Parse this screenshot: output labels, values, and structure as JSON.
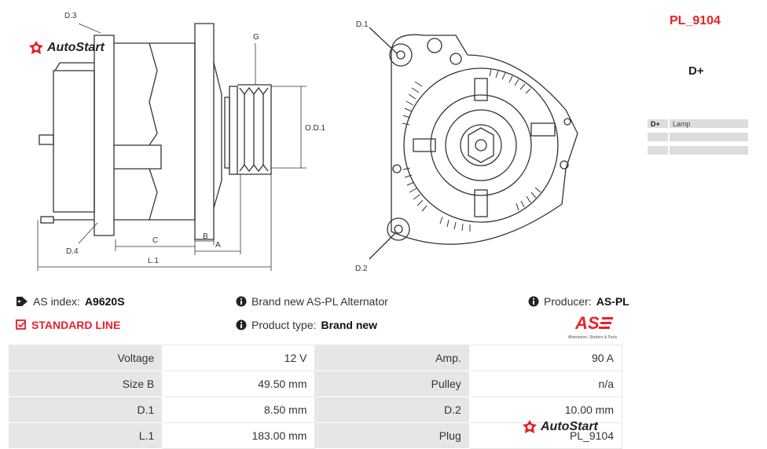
{
  "reference": "PL_9104",
  "brand_logo_text": "AutoStart",
  "drawing": {
    "labels": {
      "d3": "D.3",
      "g": "G",
      "d1": "D.1",
      "od1": "O.D.1",
      "d4": "D.4",
      "c": "C",
      "b": "B",
      "a": "A",
      "l1": "L.1",
      "d2": "D.2"
    }
  },
  "connector": {
    "title": "D+",
    "rows": [
      {
        "pin": "D+",
        "desc": "Lamp"
      },
      {
        "pin": "",
        "desc": ""
      },
      {
        "pin": "",
        "desc": ""
      }
    ]
  },
  "info": {
    "as_index_label": "AS index:",
    "as_index_value": "A9620S",
    "line": "STANDARD LINE",
    "description": "Brand new AS-PL Alternator",
    "product_type_label": "Product type:",
    "product_type_value": "Brand new",
    "producer_label": "Producer:",
    "producer_value": "AS-PL",
    "producer_logo_sub": "Alternators, Starters & Parts"
  },
  "specs": [
    {
      "l1": "Voltage",
      "v1": "12 V",
      "l2": "Amp.",
      "v2": "90 A"
    },
    {
      "l1": "Size B",
      "v1": "49.50 mm",
      "l2": "Pulley",
      "v2": "n/a"
    },
    {
      "l1": "D.1",
      "v1": "8.50 mm",
      "l2": "D.2",
      "v2": "10.00 mm"
    },
    {
      "l1": "L.1",
      "v1": "183.00 mm",
      "l2": "Plug",
      "v2": "PL_9104"
    }
  ],
  "colors": {
    "accent": "#e8202a",
    "row_label_bg": "#e6e6e6"
  }
}
